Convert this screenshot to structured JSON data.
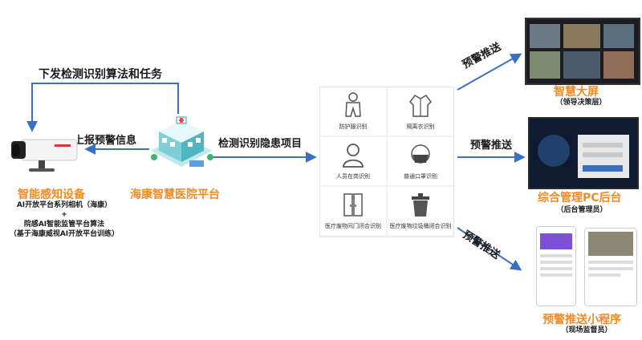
{
  "labels": {
    "top_task": "下发检测识别算法和任务",
    "report_alarm": "上报预警信息",
    "detect_hazard": "检测识别隐患项目",
    "push_1": "预警推送",
    "push_2": "预警推送",
    "push_3": "预警推送"
  },
  "device": {
    "title": "智能感知设备",
    "line1": "AI开放平台系列相机（海康）",
    "plus": "+",
    "line2": "院感AI智能监管平台算法",
    "line3": "（基于海康威视AI开放平台训练）"
  },
  "platform": {
    "title": "海康智慧医院平台"
  },
  "grid": [
    {
      "label": "防护服识别",
      "icon": "protective-suit-icon"
    },
    {
      "label": "隔离衣识别",
      "icon": "isolation-gown-icon"
    },
    {
      "label": "人员在岗识别",
      "icon": "person-on-duty-icon"
    },
    {
      "label": "普通口罩识别",
      "icon": "mask-icon"
    },
    {
      "label": "医疗废物间门闭合识别",
      "icon": "door-icon"
    },
    {
      "label": "医疗废物垃圾桶闭合识别",
      "icon": "trash-bin-icon"
    }
  ],
  "outputs": [
    {
      "title": "智慧大屏",
      "subtitle": "（领导决策层）"
    },
    {
      "title": "综合管理PC后台",
      "subtitle": "（后台管理员）"
    },
    {
      "title": "预警推送小程序",
      "subtitle": "（现场监督员）"
    }
  ],
  "colors": {
    "arrow": "#3b6fc1",
    "accent_orange": "#f08a24",
    "text_dark": "#1a1a1a"
  }
}
